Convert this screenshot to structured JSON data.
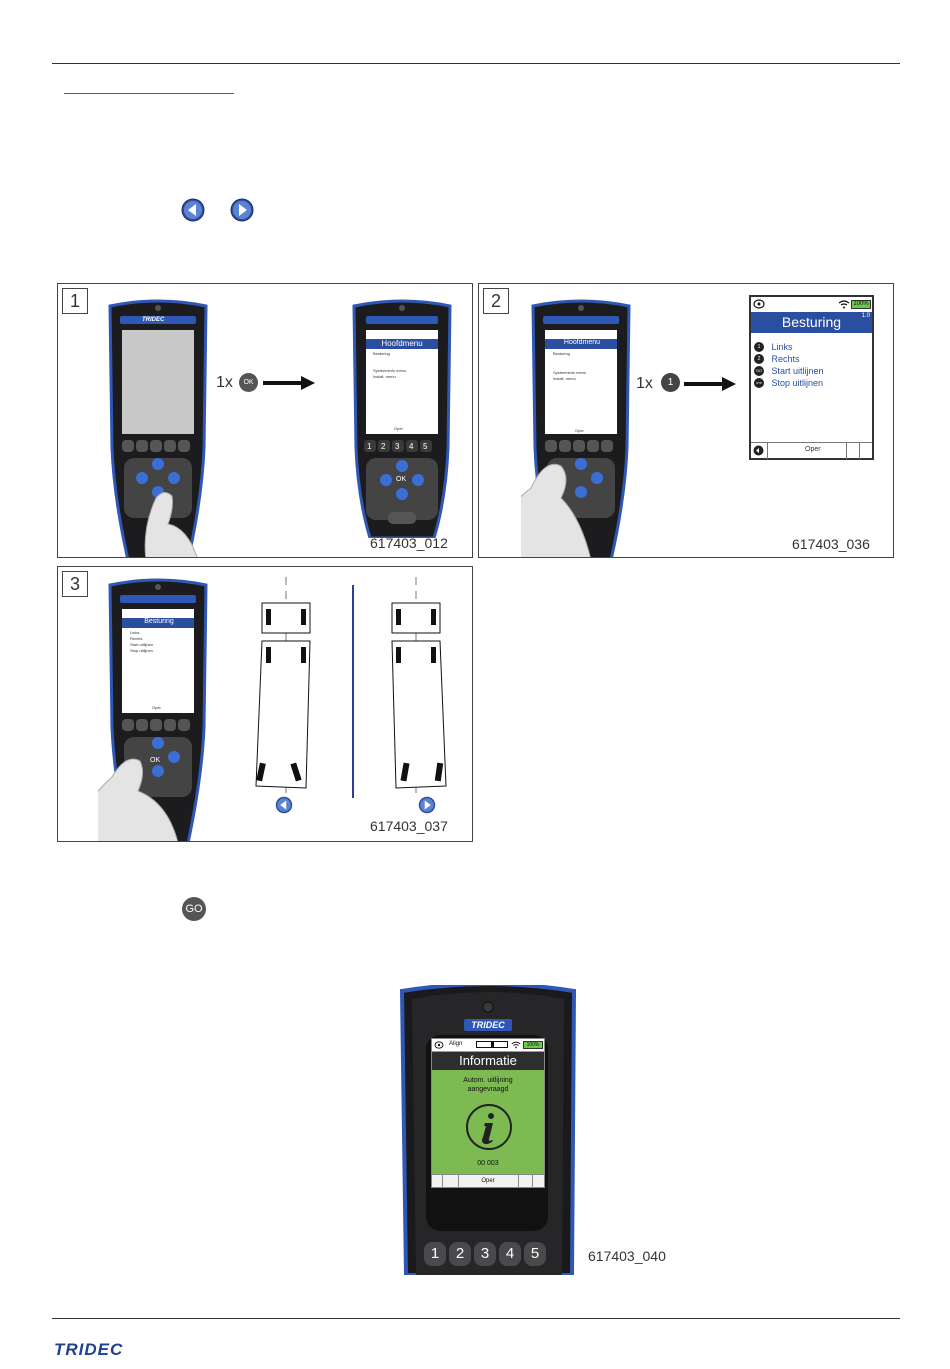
{
  "nav_buttons": {
    "left": "arrow-left-icon",
    "right": "arrow-right-icon"
  },
  "panels": {
    "p1": {
      "step": "1",
      "brand": "TRIDEC",
      "press_count": "1x",
      "press_key": "OK",
      "screen": {
        "title": "Hoofdmenu",
        "items": [
          "Besturing",
          "Systeeminfo menu",
          "Install. menu"
        ],
        "footer": "Oper"
      },
      "keypad": [
        "1",
        "2",
        "3",
        "4",
        "5"
      ],
      "center_key": "OK",
      "ref": "617403_012"
    },
    "p2": {
      "step": "2",
      "press_count": "1x",
      "press_key": "1",
      "small_screen": {
        "title": "Hoofdmenu",
        "items": [
          "Besturing",
          "Systeeminfo menu",
          "Install. menu"
        ],
        "footer": "Oper"
      },
      "screen": {
        "battery": "100%",
        "title": "Besturing",
        "version": "1.0",
        "items": [
          {
            "key": "1",
            "label": "Links"
          },
          {
            "key": "2",
            "label": "Rechts"
          },
          {
            "key": "GO",
            "label": "Start uitlijnen"
          },
          {
            "key": "STP",
            "label": "Stop uitlijnen"
          }
        ],
        "footer": "Oper"
      },
      "ref": "617403_036"
    },
    "p3": {
      "step": "3",
      "screen": {
        "title": "Besturing",
        "items": [
          "Links",
          "Rechts",
          "Start uitlijnen",
          "Stop uitlijnen"
        ],
        "footer": "Oper"
      },
      "center_key": "OK",
      "ref": "617403_037"
    }
  },
  "go_button": "GO",
  "device": {
    "brand": "TRIDEC",
    "status_label": "Align",
    "battery": "100%",
    "title": "Informatie",
    "message_line1": "Autom. uitlijning",
    "message_line2": "aangevraagd",
    "code": "00 003",
    "footer": "Oper",
    "keys": [
      "1",
      "2",
      "3",
      "4",
      "5"
    ],
    "ref": "617403_040",
    "screen_color": "#7dbb52"
  },
  "footer": {
    "logo": "TRIDEC"
  }
}
